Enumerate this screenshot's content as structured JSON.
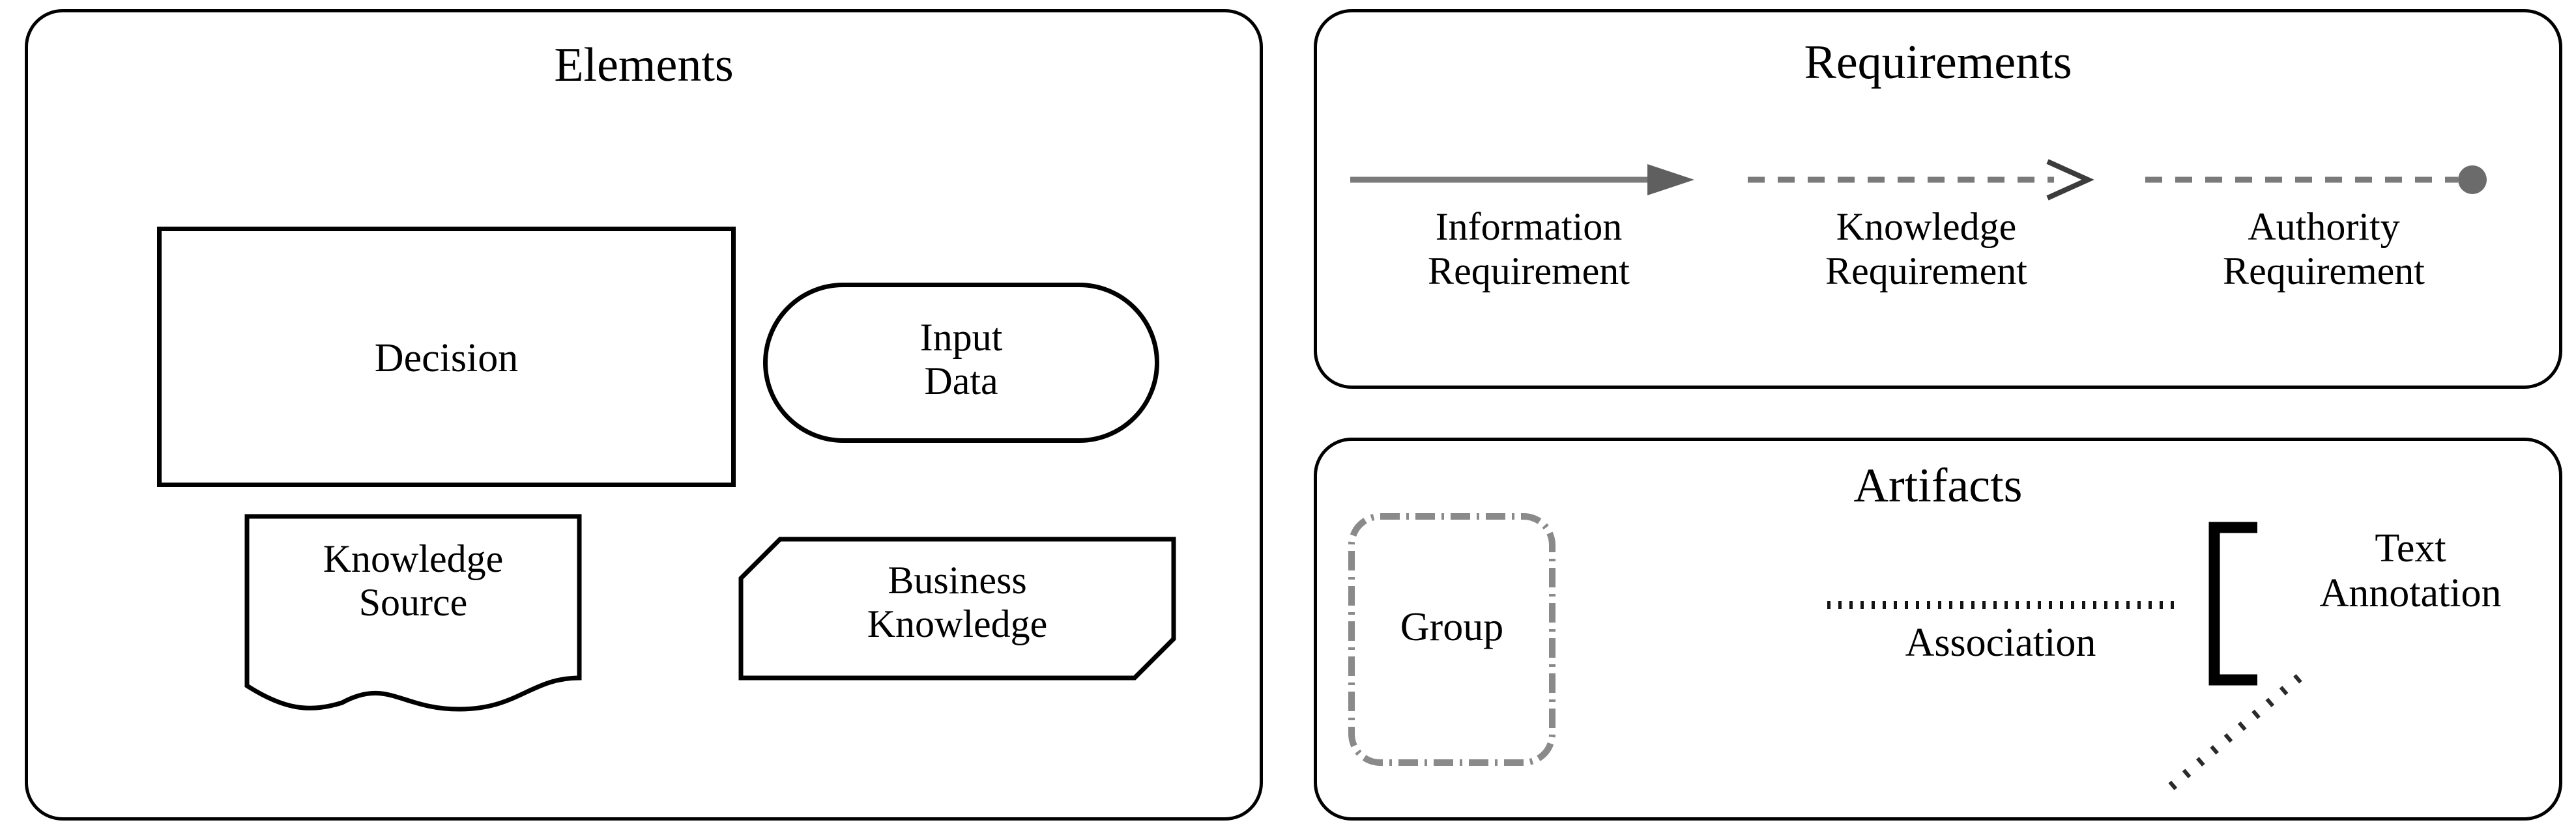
{
  "panels": {
    "elements": {
      "title": "Elements",
      "shapes": [
        {
          "name": "decision",
          "label": "Decision",
          "shape": "rectangle"
        },
        {
          "name": "input-data",
          "label": "Input\nData",
          "shape": "stadium"
        },
        {
          "name": "knowledge-source",
          "label": "Knowledge\nSource",
          "shape": "wavy-bottom-box"
        },
        {
          "name": "business-knowledge",
          "label": "Business\nKnowledge",
          "shape": "clipped-corner-box"
        }
      ]
    },
    "requirements": {
      "title": "Requirements",
      "items": [
        {
          "name": "information-requirement",
          "label": "Information\nRequirement",
          "connector": "solid-line-filled-arrowhead"
        },
        {
          "name": "knowledge-requirement",
          "label": "Knowledge\nRequirement",
          "connector": "dashed-line-open-arrowhead"
        },
        {
          "name": "authority-requirement",
          "label": "Authority\nRequirement",
          "connector": "dashed-line-filled-circle"
        }
      ]
    },
    "artifacts": {
      "title": "Artifacts",
      "group": {
        "label": "Group",
        "border": "dash-dot-rounded-rect"
      },
      "association": {
        "label": "Association",
        "connector": "dotted-line"
      },
      "text_annotation": {
        "label": "Text\nAnnotation",
        "marker": "left-bracket",
        "leader": "dotted-diagonal-line"
      }
    }
  },
  "colors": {
    "stroke": "#000000",
    "connector_gray": "#7a7a7a",
    "group_border_gray": "#8a8a8a",
    "background": "#ffffff"
  }
}
